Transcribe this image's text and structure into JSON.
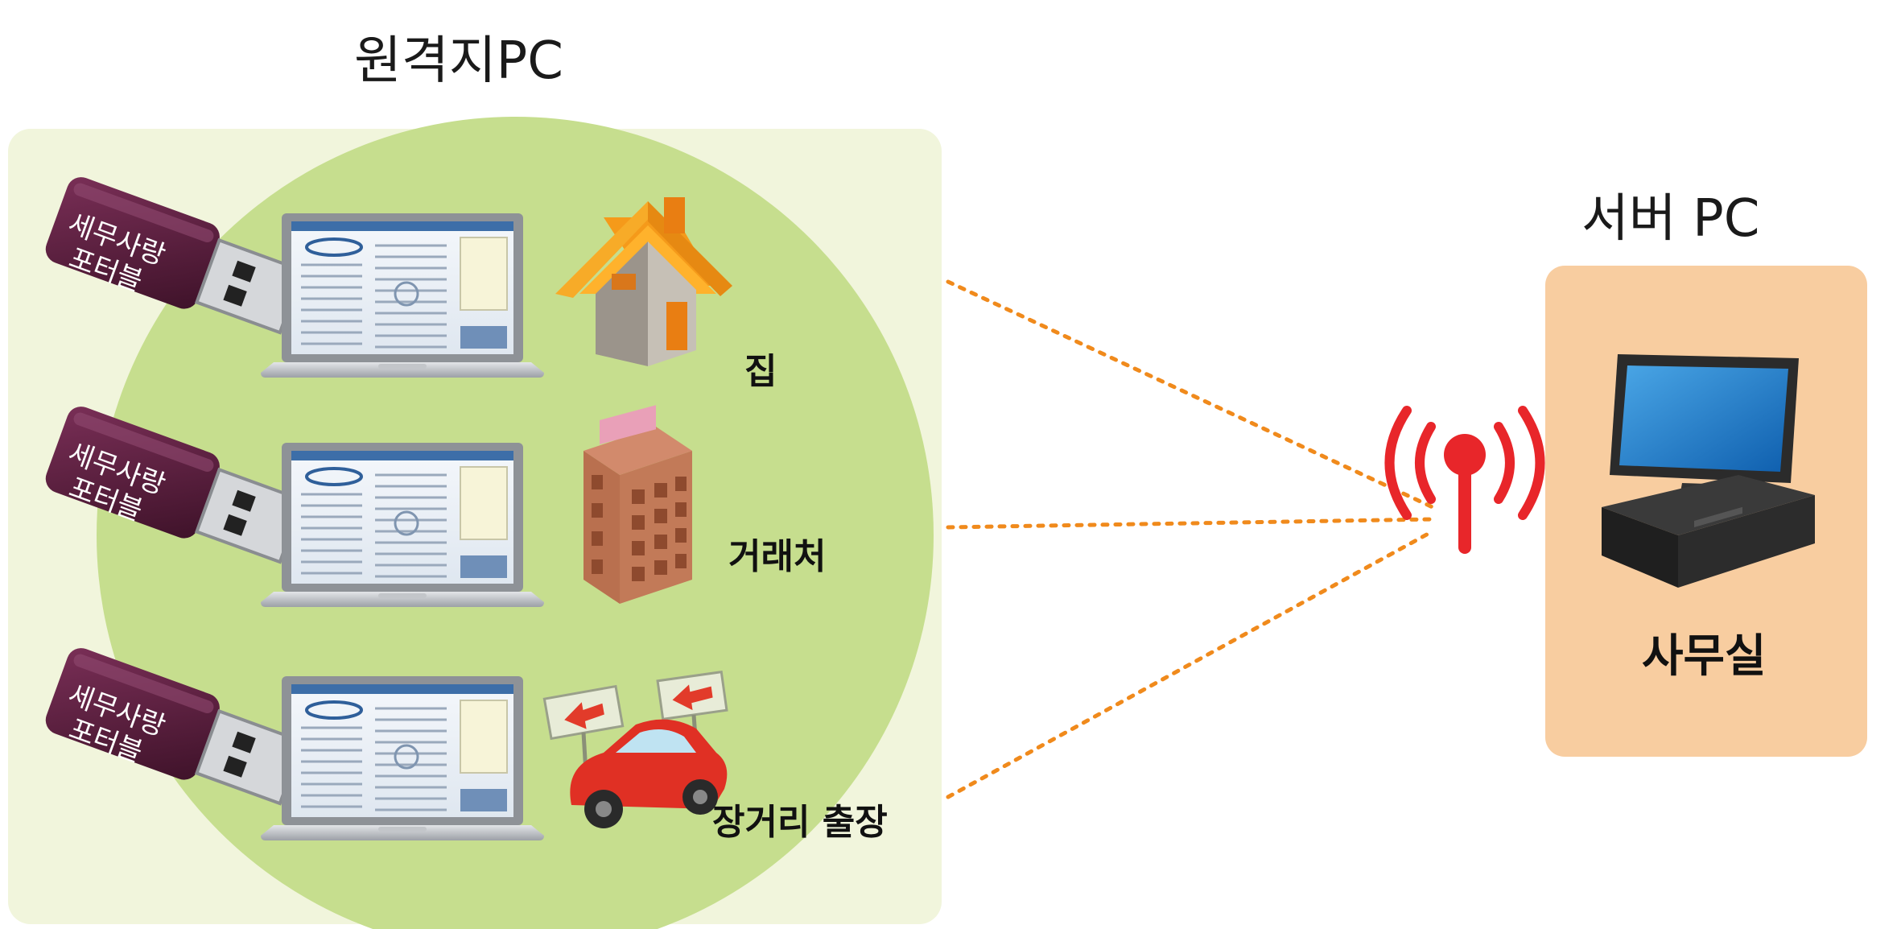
{
  "remote": {
    "title": "원격지PC",
    "usb_label_line1": "세무사랑",
    "usb_label_line2": "포터블",
    "locations": [
      {
        "label": "집",
        "icon": "house-icon"
      },
      {
        "label": "거래처",
        "icon": "office-building-icon"
      },
      {
        "label": "장거리 출장",
        "icon": "car-icon"
      }
    ]
  },
  "server": {
    "title": "서버 PC",
    "label": "사무실",
    "icon": "desktop-computer-icon"
  },
  "connection": {
    "icon": "wireless-antenna-icon",
    "line_color": "#f08a1c"
  },
  "colors": {
    "remote_panel": "#f1f5dc",
    "remote_circle": "#c6de8e",
    "server_panel": "#f8cda0",
    "usb_body": "#5a1f3e",
    "antenna": "#e8262a"
  }
}
